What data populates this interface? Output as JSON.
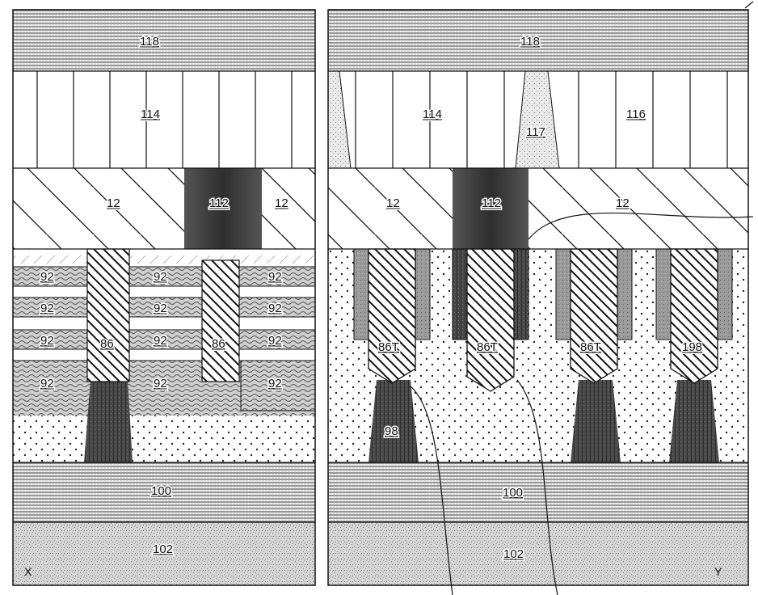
{
  "left_panel": {
    "corner_label": "X",
    "labels": {
      "l118": "118",
      "l114": "114",
      "l12a": "12",
      "l112": "112",
      "l12b": "12",
      "l92a": "92",
      "l92b": "92",
      "l92c": "92",
      "l92d": "92",
      "l92e": "92",
      "l92f": "92",
      "l92g": "92",
      "l92h": "92",
      "l92i": "92",
      "l92j": "92",
      "l92k": "92",
      "l92l": "92",
      "l86a": "86",
      "l86b": "86",
      "l100": "100",
      "l102": "102"
    }
  },
  "right_panel": {
    "corner_label": "Y",
    "labels": {
      "l118": "118",
      "l114": "114",
      "l117": "117",
      "l116": "116",
      "l12a": "12",
      "l112": "112",
      "l12b": "12",
      "l86ta": "86T",
      "l86tb": "86T",
      "l86tc": "86T",
      "l198": "198",
      "l98": "98",
      "l100": "100",
      "l102": "102"
    }
  },
  "colors": {
    "stripe": "#555555",
    "dark_fill": "#3a3a3a",
    "dots": "#222222",
    "background": "#ffffff"
  }
}
